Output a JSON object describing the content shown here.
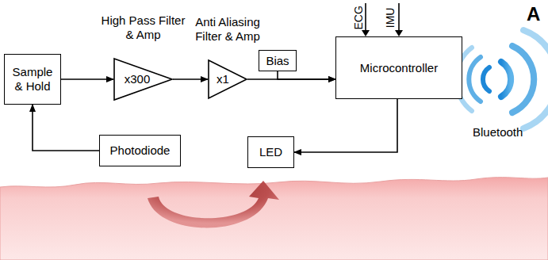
{
  "diagram": {
    "nodes": [
      {
        "text": [
          "Sample & Hold"
        ]
      },
      {
        "text": [
          "High Pass Filter & Amp",
          "x300"
        ]
      },
      {
        "text": [
          "Anti Aliasing Filter & Amp",
          "x1"
        ]
      },
      {
        "text": [
          "Bias"
        ]
      },
      {
        "text": [
          "Microcontroller"
        ]
      },
      {
        "text": [
          "Photodiode"
        ]
      },
      {
        "text": [
          "LED"
        ]
      }
    ],
    "edges": [
      {
        "from": 0,
        "to": 1,
        "arrow": "to"
      },
      {
        "from": 1,
        "to": 2,
        "arrow": "to"
      },
      {
        "from": 2,
        "to": 4,
        "arrow": "to"
      },
      {
        "from": 3,
        "to": 4,
        "arrow": "to"
      },
      {
        "from": 4,
        "to": 6,
        "arrow": "to"
      },
      {
        "from": 5,
        "to": 0,
        "arrow": "to"
      }
    ],
    "labels": [
      "ECG",
      "IMU",
      "A",
      "Bluetooth"
    ]
  }
}
